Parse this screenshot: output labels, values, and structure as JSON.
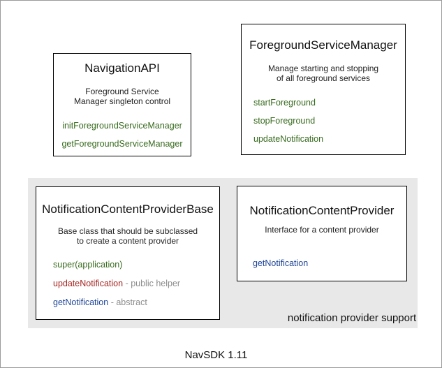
{
  "page": {
    "caption": "NavSDK 1.11"
  },
  "colors": {
    "method_green": "#386b1e",
    "method_red": "#a52521",
    "method_blue": "#1f4698",
    "annotation_gray": "#8c8c8c",
    "region_bg": "#e8e8e8"
  },
  "boxes": {
    "navigation_api": {
      "title": "NavigationAPI",
      "description": [
        "Foreground Service",
        "Manager singleton control"
      ],
      "methods": [
        {
          "name": "initForegroundServiceManager"
        },
        {
          "name": "getForegroundServiceManager"
        }
      ]
    },
    "foreground_service_manager": {
      "title": "ForegroundServiceManager",
      "description": [
        "Manage starting and stopping",
        "of all foreground services"
      ],
      "methods": [
        {
          "name": "startForeground"
        },
        {
          "name": "stopForeground"
        },
        {
          "name": "updateNotification"
        }
      ]
    },
    "notification_content_provider_base": {
      "title": "NotificationContentProviderBase",
      "description": [
        "Base class that should be subclassed",
        "to create a content provider"
      ],
      "methods": [
        {
          "name": "super(application)"
        },
        {
          "name": "updateNotification",
          "annotation": "- public helper"
        },
        {
          "name": "getNotification",
          "annotation": "- abstract"
        }
      ]
    },
    "notification_content_provider": {
      "title": "NotificationContentProvider",
      "description": [
        "Interface for a content provider"
      ],
      "methods": [
        {
          "name": "getNotification"
        }
      ]
    }
  },
  "region": {
    "label": "notification provider support"
  }
}
